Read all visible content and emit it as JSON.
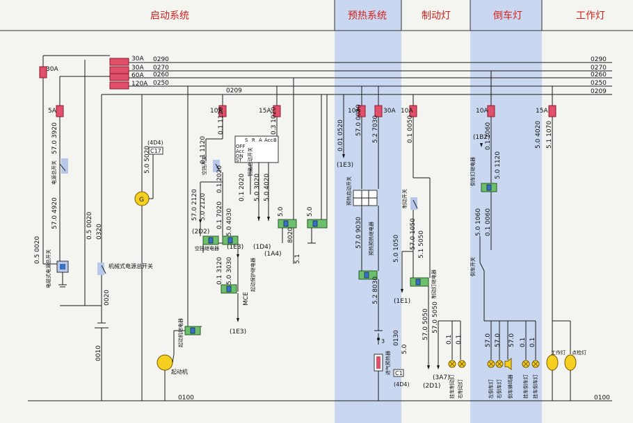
{
  "header": {
    "start_system": "启动系统",
    "preheat_system": "预热系统",
    "brake_light": "制动灯",
    "reverse_light": "倒车灯",
    "work_light": "工作灯"
  },
  "bus": {
    "w0290": "0290",
    "w0270": "0270",
    "w0260": "0260",
    "w0250": "0250",
    "w0209": "0209",
    "w0100": "0100"
  },
  "fuses": {
    "f30a_left": "30A",
    "f30a_1": "30A",
    "f30a_2": "30A",
    "f60a": "60A",
    "f120a": "120A",
    "f5a": "5A",
    "f10a_1": "10A",
    "f15a_1": "15A",
    "f10a_2": "10A",
    "f30a_3": "30A",
    "f10a_3": "10A",
    "f10a_4": "10A",
    "f15a_2": "15A"
  },
  "wires": {
    "a1": "57.0 3920",
    "a2": "57.0 4920",
    "a3": "0.5 0020",
    "a4": "0.5 0020",
    "a5": "0320",
    "a6": "0020",
    "a7": "0010",
    "a8": "5.0 5020",
    "a9": "(4D4)",
    "a10": "C17",
    "b1": "0.1 1120",
    "b2": "0.1 1120",
    "b3": "0.1 2020",
    "b4": "57.0 2120",
    "b5": "5.0 2120",
    "b6": "(2D2)",
    "b7": "0.1 7020",
    "b8": "5.0 4030",
    "b9": "(1E3)",
    "b10": "0.1 3120",
    "b11": "5.0 3030",
    "b12": "(1E3)",
    "c1": "0.3 1020",
    "c2": "0.1 2020",
    "c3": "5.0 3020",
    "c4": "5.0 4020",
    "c5": "(1D4)",
    "c6": "(1A4)",
    "c7": "5.0",
    "c8": "8020",
    "c9": "5.0",
    "c10": "5.1",
    "d1": "0.01 0520",
    "d2": "(1E3)",
    "d3": "57.0 0030",
    "d4": "5.2 7030",
    "d5": "57.0 9030",
    "d6": "5.2 8030",
    "d7": "0130",
    "d8": "5.0",
    "d9": "C1",
    "d10": "(4D4)",
    "e1": "0.1 0050",
    "e2": "57.0 1050",
    "e3": "5.0 1050",
    "e4": "5.1 5050",
    "e5": "(1E1)",
    "e6": "57.0 5050",
    "e7": "57.0 5050",
    "e8": "(3A7)",
    "e9": "(2D1)",
    "e10": "0.1",
    "e11": "0.1",
    "f1": "0.1 2060",
    "f2": "(1B2)",
    "f3": "5.0 1120",
    "f4": "5.0 1060",
    "f5": "0.1 0060",
    "f6": "57.0",
    "f7": "57.0",
    "f8": "57.0",
    "f9": "0.1",
    "f10": "0.1",
    "g1": "5.0 4020",
    "g2": "5.1 1070"
  },
  "components": {
    "emergency_switch": "电源总开关",
    "electric_master_switch": "电磁式电源总开关",
    "mechanical_switch": "机械式电源总开关",
    "generator": "G",
    "starter_relay": "起动机继电器",
    "starter": "起动机",
    "neutral_switch": "空挡开关",
    "neutral_relay": "空挡继电器",
    "start_protect_relay": "起动保护继电器",
    "mce": "MCE",
    "key_switch": "钥匙启动开关",
    "key_table_cols": [
      "S",
      "R",
      "A",
      "Acc",
      "B"
    ],
    "key_table_rows": [
      "OFF",
      "Acc",
      "ON",
      "ST"
    ],
    "preheat_switch": "预热启动开关",
    "preheat_relay": "预热预热继电器",
    "heater": "进气预热器",
    "brake_switch": "制动开关",
    "brake_relay": "制动灯继电器",
    "reverse_relay": "倒车灯继电器",
    "reverse_switch": "倒车开关",
    "trailer_brake": "挂车制动灯",
    "left_brake": "右制动灯",
    "left_rev": "左倒车灯",
    "right_rev": "右倒车灯",
    "buzzer": "倒车蜂鸣器",
    "trailer_rev": "挂车倒车灯",
    "trailer_rev2": "挂车倒车灯",
    "work_lamp": "工作灯",
    "check_lamp": "点检灯"
  },
  "colors": {
    "preheat_band": "#c9d8f0",
    "reverse_band": "#c9d8f0",
    "header_text": "#d4201c"
  }
}
